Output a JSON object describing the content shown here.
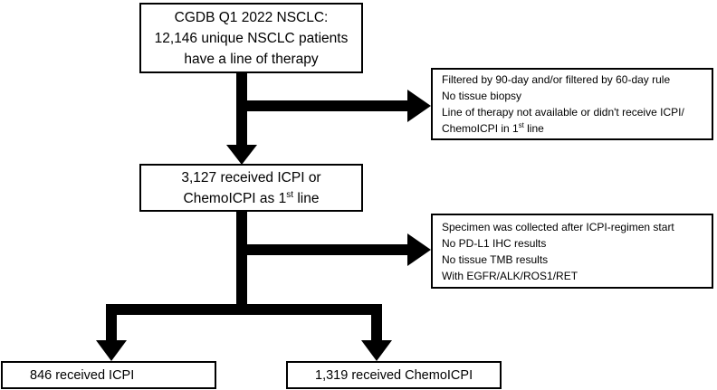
{
  "diagram": {
    "top_box": {
      "lines": [
        "CGDB Q1 2022 NSCLC:",
        "12,146 unique NSCLC patients",
        "have a line of therapy"
      ]
    },
    "exclusion_1": {
      "lines": [
        "Filtered by 90-day and/or filtered by 60-day rule",
        "No tissue biopsy",
        "Line of therapy not available or didn't receive ICPI/",
        "ChemoICPI in 1"
      ],
      "superscript": "st",
      "tail": " line"
    },
    "middle_box": {
      "line1": "3,127 received ICPI or",
      "line2": "ChemoICPI as 1",
      "superscript": "st",
      "tail": " line"
    },
    "exclusion_2": {
      "lines": [
        "Specimen was collected after ICPI-regimen start",
        "No PD-L1 IHC results",
        "No tissue TMB results",
        "With EGFR/ALK/ROS1/RET"
      ]
    },
    "outcome_icpi": {
      "label": "846 received ICPI"
    },
    "outcome_chemoicpi": {
      "label": "1,319 received ChemoICPI"
    }
  }
}
